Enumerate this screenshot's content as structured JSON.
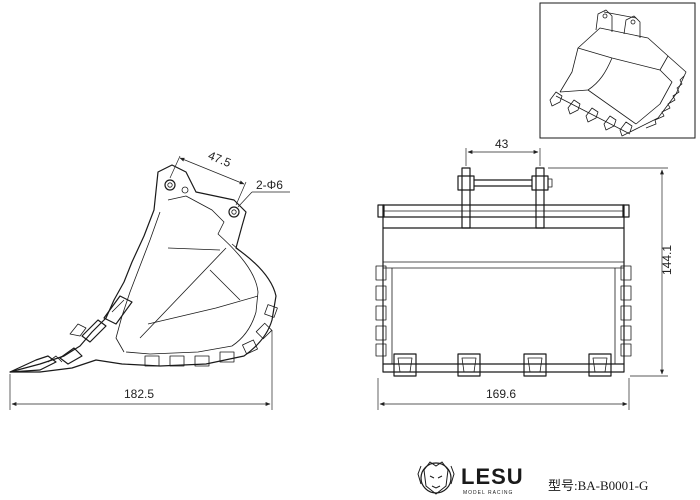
{
  "side_view": {
    "dim_pin_spacing": "47.5",
    "dim_holes": "2-Φ6",
    "dim_width": "182.5"
  },
  "front_view": {
    "dim_ear_width": "43",
    "dim_height": "144.1",
    "dim_width": "169.6"
  },
  "brand": {
    "name": "LESU",
    "tagline": "MODEL RACING"
  },
  "model_label": "型号:BA-B0001-G"
}
